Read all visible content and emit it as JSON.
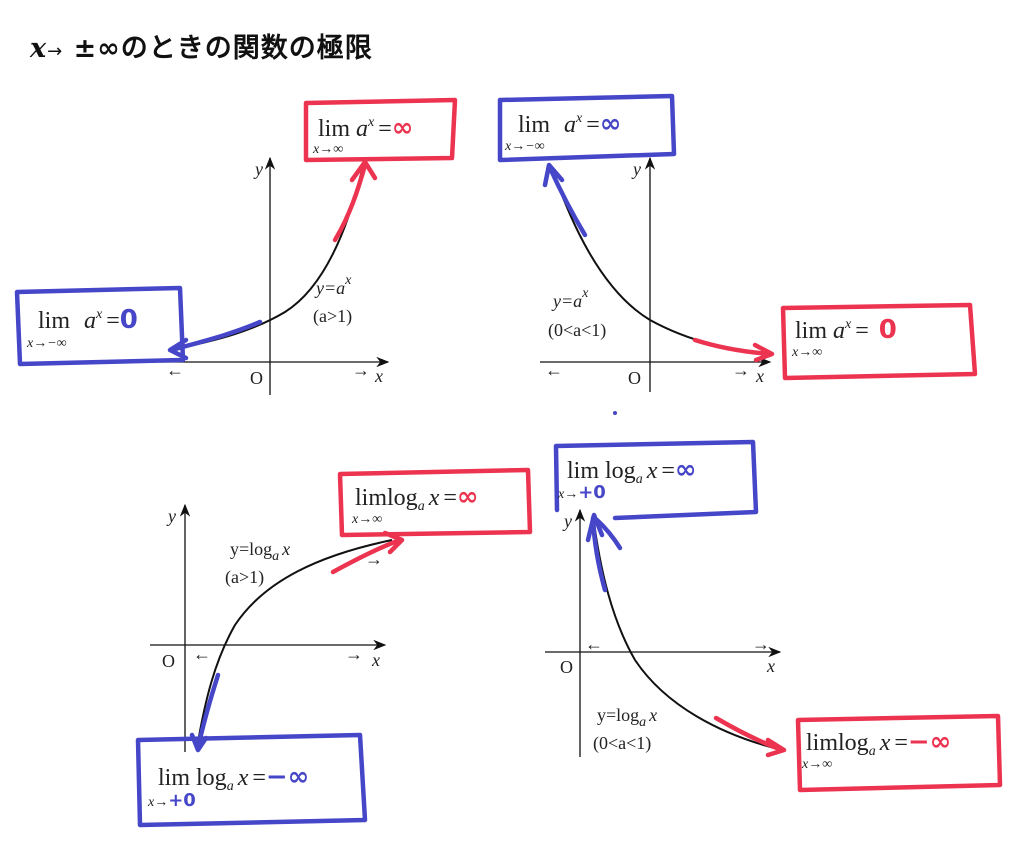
{
  "title": {
    "var": "x",
    "arrow": "→",
    "text": "±∞のときの関数の極限"
  },
  "axes": {
    "x": "x",
    "y": "y",
    "origin": "O",
    "left_arrow": "←",
    "right_arrow": "→"
  },
  "colors": {
    "blue": "#4646c8",
    "red": "#ec3450"
  },
  "panels": [
    {
      "curve_label": "y=a",
      "curve_exp": "x",
      "condition": "(a>1)",
      "box_red": {
        "lim": "lim",
        "fn": "a",
        "exp": "x",
        "eq": "=",
        "sub": "x→∞",
        "value": "∞"
      },
      "box_blue": {
        "lim": "lim",
        "fn": "a",
        "exp": "x",
        "eq": "=",
        "sub": "x→−∞",
        "value": "0"
      }
    },
    {
      "curve_label": "y=a",
      "curve_exp": "x",
      "condition": "(0<a<1)",
      "box_blue": {
        "lim": "lim",
        "fn": "a",
        "exp": "x",
        "eq": "=",
        "sub": "x→−∞",
        "value": "∞"
      },
      "box_red": {
        "lim": "lim",
        "fn": "a",
        "exp": "x",
        "eq": "=",
        "sub": "x→∞",
        "value": "0"
      }
    },
    {
      "curve_label": "y=log",
      "curve_base": "a",
      "curve_arg": "x",
      "condition": "(a>1)",
      "box_red": {
        "lim": "lim",
        "fn": "log",
        "base": "a",
        "arg": "x",
        "eq": "=",
        "sub": "x→∞",
        "value": "∞"
      },
      "box_blue": {
        "lim": "lim",
        "fn": "log",
        "base": "a",
        "arg": "x",
        "eq": "=",
        "sub_prefix": "x→",
        "sub_hand": "+0",
        "value": "−∞"
      }
    },
    {
      "curve_label": "y=log",
      "curve_base": "a",
      "curve_arg": "x",
      "condition": "(0<a<1)",
      "box_blue": {
        "lim": "lim",
        "fn": "log",
        "base": "a",
        "arg": "x",
        "eq": "=",
        "sub_prefix": "x→",
        "sub_hand": "+0",
        "value": "∞"
      },
      "box_red": {
        "lim": "lim",
        "fn": "log",
        "base": "a",
        "arg": "x",
        "eq": "=",
        "sub": "x→∞",
        "value": "−∞"
      }
    }
  ]
}
